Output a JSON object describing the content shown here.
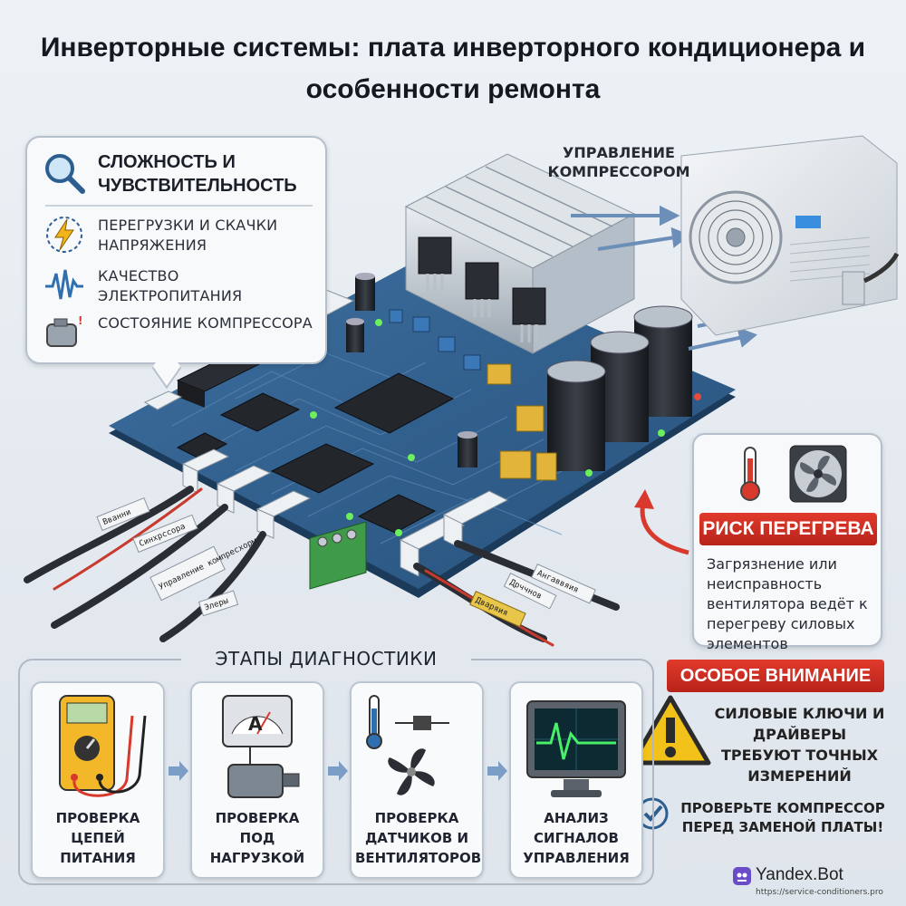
{
  "title": "Инверторные системы: плата инверторного кондиционера и особенности ремонта",
  "complexity": {
    "heading": "Сложность и чувствительность",
    "factors": [
      {
        "icon": "voltage-surge-icon",
        "text": "Перегрузки и скачки напряжения"
      },
      {
        "icon": "power-quality-wave-icon",
        "text": "Качество электропитания"
      },
      {
        "icon": "compressor-state-icon",
        "text": "Состояние компрессора"
      }
    ]
  },
  "compressor_control_label": "Управление компрессором",
  "cable_labels": [
    "Вванни",
    "Синхрссора",
    "Управление компресхорм",
    "Элеры",
    "Ангаввяия",
    "Дрччнов",
    "Дваряия"
  ],
  "overheat": {
    "banner": "Риск перегрева",
    "text": "Загрязнение или неисправность вентилятора ведёт к перегреву силовых элементов"
  },
  "attention": {
    "banner": "Особое внимание",
    "text": "Силовые ключи и драйверы требуют точных измерений"
  },
  "check_note": "Проверьте компрессор перед заменой платы!",
  "diagnostics": {
    "heading": "Этапы диагностики",
    "steps": [
      {
        "label": "Проверка цепей питания",
        "icon": "multimeter-icon"
      },
      {
        "label": "Проверка под нагрузкой",
        "icon": "ammeter-motor-icon"
      },
      {
        "label": "Проверка датчиков и вентиляторов",
        "icon": "sensor-fan-icon"
      },
      {
        "label": "Анализ сигналов управления",
        "icon": "oscilloscope-icon"
      }
    ]
  },
  "brand": {
    "name": "Yandex.Bot",
    "url": "https://service-conditioners.pro"
  },
  "colors": {
    "alert_red": "#c62a1f",
    "pcb_blue": "#2f5f8f",
    "panel_bg": "#f7f9fb",
    "warning_yellow": "#f3c21a"
  }
}
